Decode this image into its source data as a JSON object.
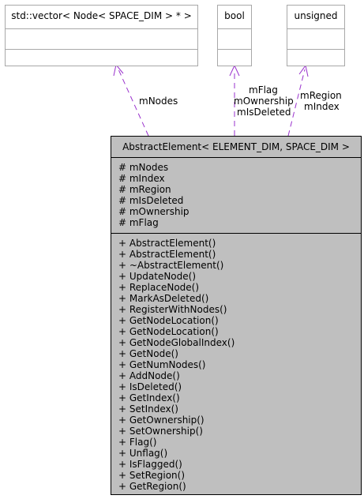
{
  "boxes": {
    "vector": {
      "title": "std::vector< Node< SPACE_DIM > * >"
    },
    "bool": {
      "title": "bool"
    },
    "unsigned": {
      "title": "unsigned"
    },
    "main": {
      "title": "AbstractElement< ELEMENT_DIM, SPACE_DIM >",
      "attributes": [
        "# mNodes",
        "# mIndex",
        "# mRegion",
        "# mIsDeleted",
        "# mOwnership",
        "# mFlag"
      ],
      "operations": [
        "+ AbstractElement()",
        "+ AbstractElement()",
        "+ ~AbstractElement()",
        "+ UpdateNode()",
        "+ ReplaceNode()",
        "+ MarkAsDeleted()",
        "+ RegisterWithNodes()",
        "+ GetNodeLocation()",
        "+ GetNodeLocation()",
        "+ GetNodeGlobalIndex()",
        "+ GetNode()",
        "+ GetNumNodes()",
        "+ AddNode()",
        "+ IsDeleted()",
        "+ GetIndex()",
        "+ SetIndex()",
        "+ GetOwnership()",
        "+ SetOwnership()",
        "+ Flag()",
        "+ Unflag()",
        "+ IsFlagged()",
        "+ SetRegion()",
        "+ GetRegion()"
      ]
    }
  },
  "edges": {
    "vector": {
      "label": "mNodes"
    },
    "bool": {
      "labels": [
        "mFlag",
        "mOwnership",
        "mIsDeleted"
      ]
    },
    "unsigned": {
      "labels": [
        "mRegion",
        "mIndex"
      ]
    }
  },
  "colors": {
    "edge": "#9a32cd",
    "main_fill": "#bfbfbf",
    "light_border": "#a8a8a8"
  }
}
